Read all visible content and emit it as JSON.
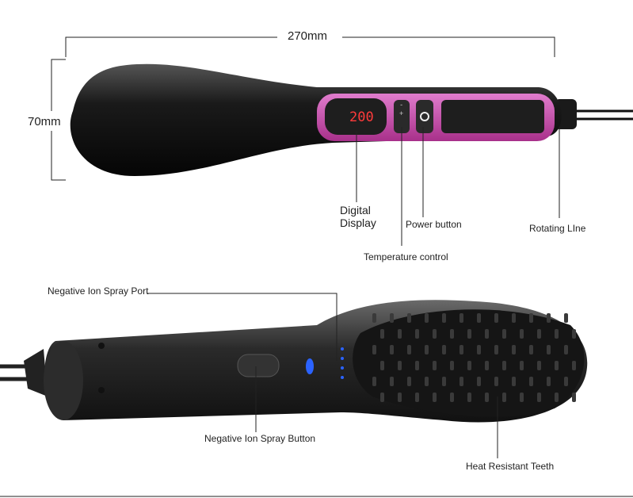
{
  "dimensions": {
    "length": "270mm",
    "width": "70mm"
  },
  "display_reading": "200",
  "temp_control_glyphs": {
    "minus": "-",
    "plus": "+"
  },
  "labels": {
    "digital_display_line1": "Digital",
    "digital_display_line2": "Display",
    "power_button": "Power button",
    "temperature_control": "Temperature control",
    "rotating_line": "Rotating LIne",
    "ion_spray_port": "Negative Ion Spray Port",
    "ion_spray_button": "Negative Ion Spray Button",
    "heat_resistant_teeth": "Heat Resistant Teeth"
  },
  "colors": {
    "body": "#141414",
    "accent": "#c2409e",
    "display": "#ff3b3b",
    "led": "#2b63ff"
  }
}
